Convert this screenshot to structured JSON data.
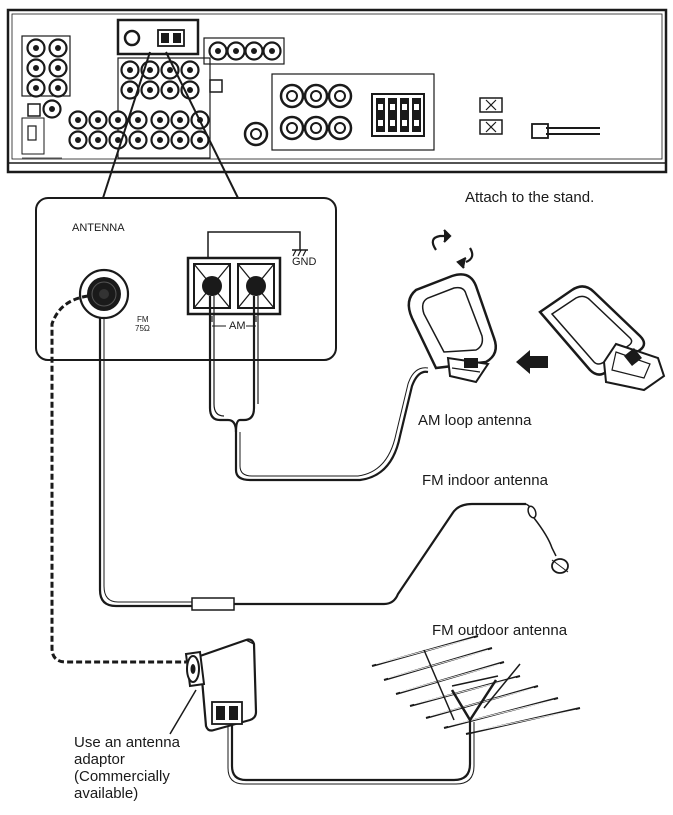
{
  "labels": {
    "attach": "Attach to the stand.",
    "antenna": "ANTENNA",
    "gnd": "GND",
    "fm_line1": "FM",
    "fm_line2": "75Ω",
    "am": "AM",
    "am_loop": "AM loop antenna",
    "fm_indoor": "FM indoor antenna",
    "fm_outdoor": "FM outdoor antenna",
    "adaptor_1": "Use an antenna",
    "adaptor_2": "adaptor",
    "adaptor_3": "(Commercially",
    "adaptor_4": "available)"
  },
  "colors": {
    "line": "#1a1a1a",
    "panel_fill": "#ffffff",
    "page": "#ffffff"
  }
}
